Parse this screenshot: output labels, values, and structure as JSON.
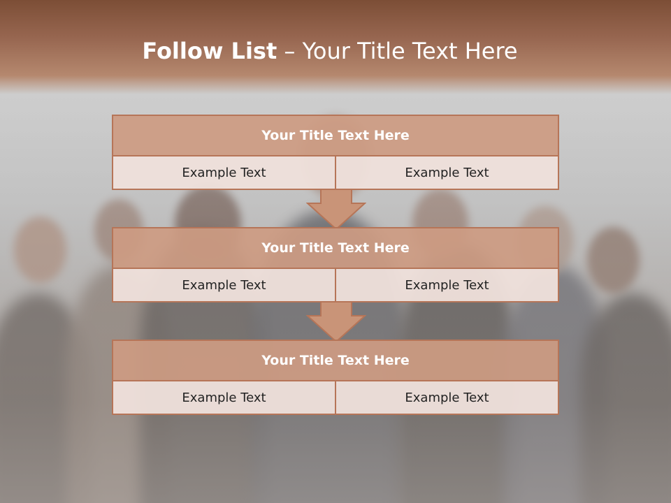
{
  "slide": {
    "title_bold": "Follow List",
    "title_rest": " – Your Title Text Here"
  },
  "blocks": [
    {
      "title": "Your Title Text Here",
      "left": "Example Text",
      "right": "Example Text"
    },
    {
      "title": "Your Title Text Here",
      "left": "Example Text",
      "right": "Example Text"
    },
    {
      "title": "Your Title Text Here",
      "left": "Example Text",
      "right": "Example Text"
    }
  ],
  "colors": {
    "title_band": "#976650",
    "block_header": "#cd9b82",
    "block_border": "#b67558",
    "cell_fill": "#efe0db",
    "arrow_fill": "#c99478"
  }
}
